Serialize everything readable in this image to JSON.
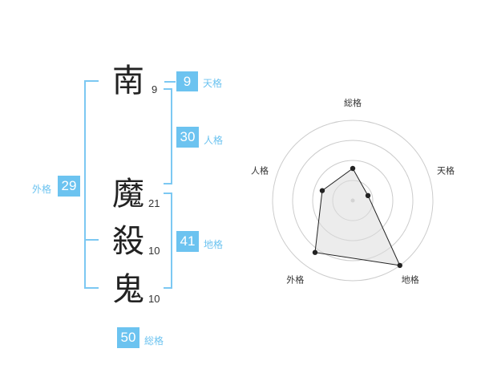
{
  "characters": [
    {
      "char": "南",
      "strokes": "9"
    },
    {
      "char": "魔",
      "strokes": "21"
    },
    {
      "char": "殺",
      "strokes": "10"
    },
    {
      "char": "鬼",
      "strokes": "10"
    }
  ],
  "kakusu": {
    "tenkaku": {
      "value": "9",
      "label": "天格"
    },
    "jinkaku": {
      "value": "30",
      "label": "人格"
    },
    "chikaku": {
      "value": "41",
      "label": "地格"
    },
    "gaikaku": {
      "value": "29",
      "label": "外格"
    },
    "soukaku": {
      "value": "50",
      "label": "総格"
    }
  },
  "colors": {
    "accent": "#6cc3f0",
    "line": "#7cc8f2"
  },
  "chart_data": {
    "type": "radar",
    "axes": [
      "総格",
      "天格",
      "地格",
      "外格",
      "人格"
    ],
    "values": [
      2,
      1,
      5,
      4,
      2
    ],
    "range": [
      0,
      5
    ],
    "grid_rings": 4
  }
}
